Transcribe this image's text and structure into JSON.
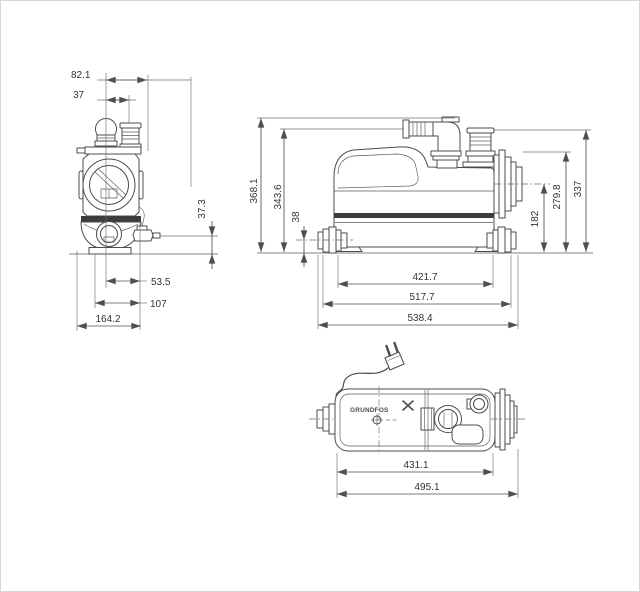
{
  "front_view": {
    "dim_outlet_center_width": "82.1",
    "dim_vent_center_width": "37",
    "dim_valve_height": "37.3",
    "dim_drain_to_edge": "53.5",
    "dim_body_width": "107",
    "dim_overall_width": "164.2"
  },
  "side_view": {
    "dim_overall_height": "368.1",
    "dim_outlet_height": "343.6",
    "dim_inlet_offset": "38",
    "dim_inlet_center_height": "182",
    "dim_side_inlet_height": "279.8",
    "dim_vent_height": "337",
    "dim_foot_span": "421.7",
    "dim_body_length": "517.7",
    "dim_overall_length": "538.4"
  },
  "top_view": {
    "dim_tank_length": "431.1",
    "dim_overall_length": "495.1",
    "brand": "GRUNDFOS"
  }
}
